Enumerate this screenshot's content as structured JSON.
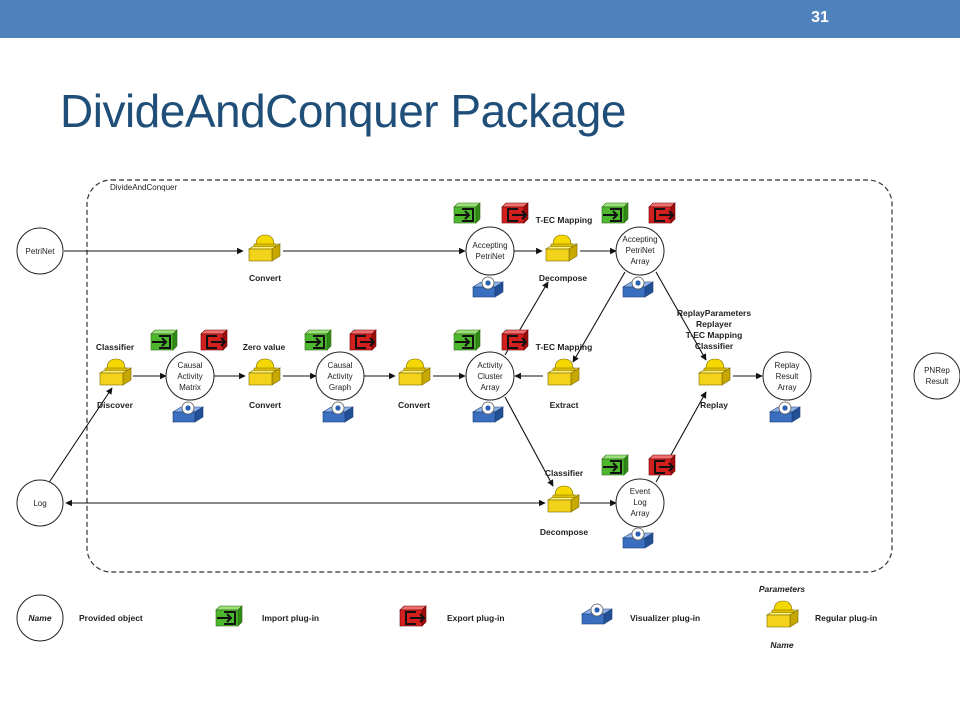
{
  "header": {
    "page_number": "31",
    "title": "DivideAndConquer Package"
  },
  "colors": {
    "bar": "#4f81bd",
    "title": "#1f4e79",
    "import": "#4db82e",
    "export": "#d41f1f",
    "visualizer": "#3a6fbf",
    "regular": "#f2d21b"
  },
  "diagram": {
    "package_label": "DivideAndConquer",
    "objects": {
      "petrinet": "PetriNet",
      "log": "Log",
      "pnrep": [
        "PNRep",
        "Result"
      ],
      "cam": [
        "Causal",
        "Activity",
        "Matrix"
      ],
      "cag": [
        "Causal",
        "Activity",
        "Graph"
      ],
      "aca": [
        "Activity",
        "Cluster",
        "Array"
      ],
      "apn": [
        "Accepting",
        "PetriNet"
      ],
      "apna": [
        "Accepting",
        "PetriNet",
        "Array"
      ],
      "ela": [
        "Event",
        "Log",
        "Array"
      ],
      "rra": [
        "Replay",
        "Result",
        "Array"
      ]
    },
    "plugins": {
      "convert1": "Convert",
      "discover": "Discover",
      "convert2": "Convert",
      "convert3": "Convert",
      "decompose1": "Decompose",
      "extract": "Extract",
      "decompose2": "Decompose",
      "replay": "Replay"
    },
    "params": {
      "classifier1": "Classifier",
      "zero": "Zero value",
      "tec1": "T-EC Mapping",
      "tec2": "T-EC Mapping",
      "classifier2": "Classifier",
      "replay": [
        "ReplayParameters",
        "Replayer",
        "T-EC Mapping",
        "Classifier"
      ]
    }
  },
  "legend": {
    "name": "Name",
    "provided": "Provided object",
    "import": "Import plug-in",
    "export": "Export plug-in",
    "visualizer": "Visualizer plug-in",
    "parameters": "Parameters",
    "regular": "Regular plug-in",
    "plugin_name": "Name"
  }
}
